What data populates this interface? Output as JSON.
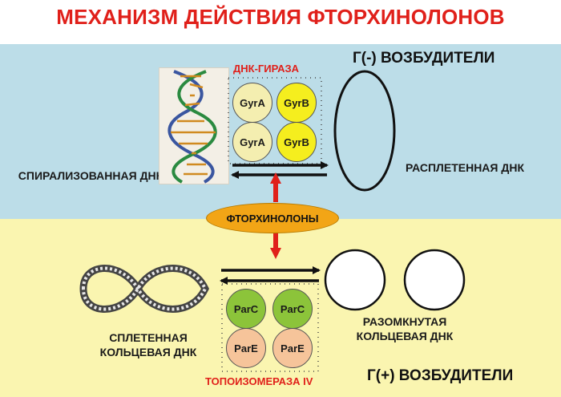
{
  "title": "МЕХАНИЗМ ДЕЙСТВИЯ ФТОРХИНОЛОНОВ",
  "top": {
    "enzyme_label": "ДНК-ГИРАЗА",
    "pathogens": "Г(-) ВОЗБУДИТЕЛИ",
    "left_label": "СПИРАЛИЗОВАННАЯ ДНК",
    "right_label": "РАСПЛЕТЕННАЯ ДНК",
    "subunits": [
      "GyrA",
      "GyrB",
      "GyrA",
      "GyrB"
    ]
  },
  "drug_label": "ФТОРХИНОЛОНЫ",
  "bottom": {
    "enzyme_label": "ТОПОИЗОМЕРАЗА IV",
    "pathogens": "Г(+) ВОЗБУДИТЕЛИ",
    "left_label": "СПЛЕТЕННАЯ КОЛЬЦЕВАЯ ДНК",
    "right_label": "РАЗОМКНУТАЯ КОЛЬЦЕВАЯ ДНК",
    "subunits": [
      "ParC",
      "ParC",
      "ParE",
      "ParE"
    ]
  },
  "colors": {
    "title": "#e0201a",
    "top_band": "#bcdde8",
    "bottom_band": "#faf5b0",
    "gyra": "#f4eeb0",
    "gyrb": "#f5ee1e",
    "parc": "#8cc43a",
    "pare": "#f6c49a",
    "drug": "#f2a516",
    "arrow_red": "#e0201a"
  }
}
